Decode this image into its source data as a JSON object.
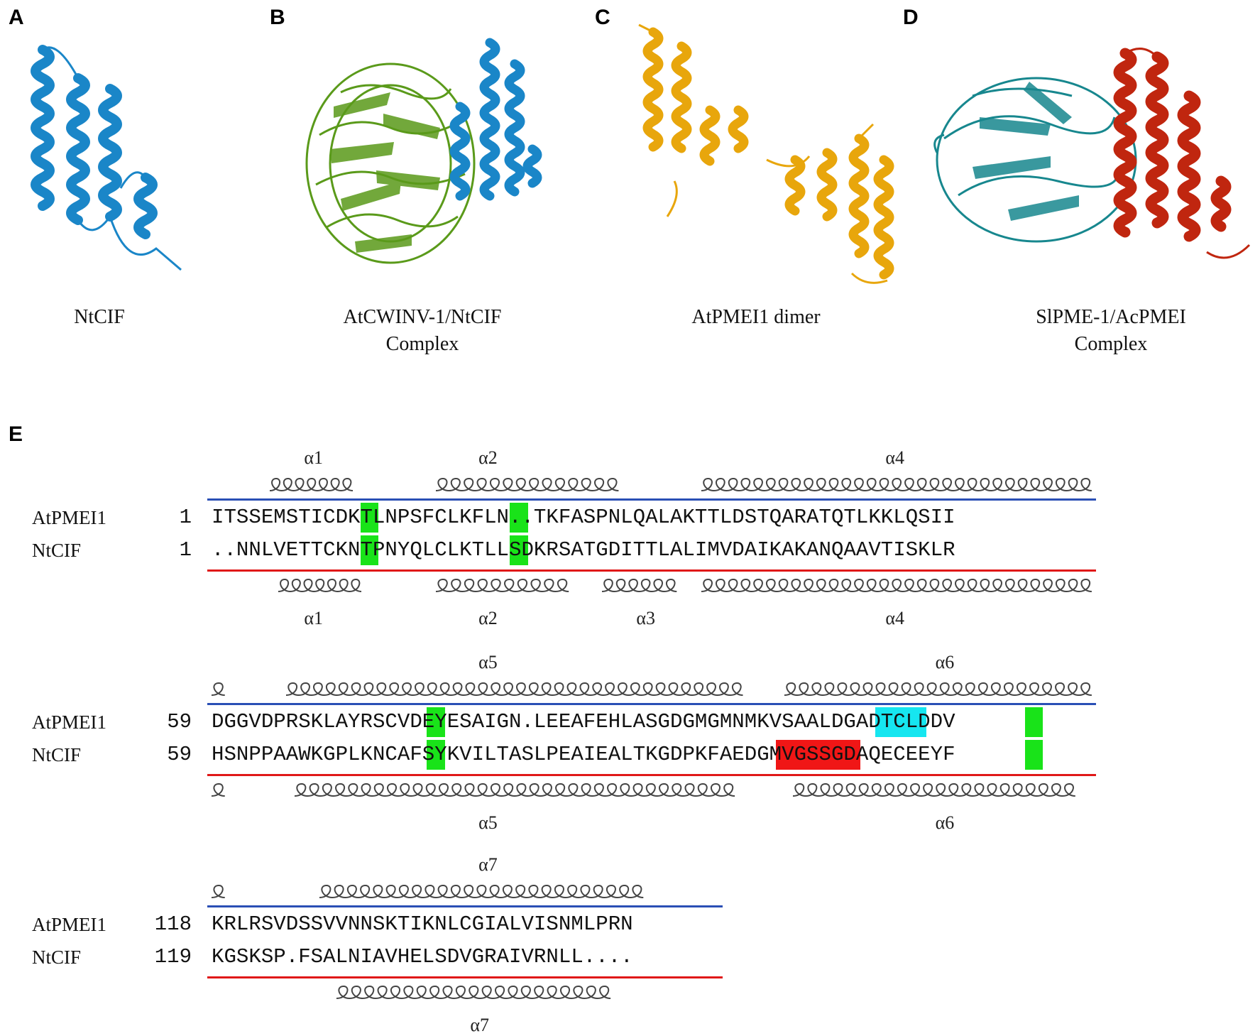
{
  "panels": {
    "A": {
      "letter": "A",
      "caption_line1": "NtCIF",
      "caption_line2": "",
      "color": "#1a86c8"
    },
    "B": {
      "letter": "B",
      "caption_line1": "AtCWINV-1/NtCIF",
      "caption_line2": "Complex",
      "color_a": "#5a9a1a",
      "color_b": "#1a86c8"
    },
    "C": {
      "letter": "C",
      "caption_line1": "AtPMEI1 dimer",
      "caption_line2": "",
      "color": "#e8a60c"
    },
    "D": {
      "letter": "D",
      "caption_line1": "SlPME-1/AcPMEI",
      "caption_line2": "Complex",
      "color_a": "#17878e",
      "color_b": "#c0260f"
    },
    "E": {
      "letter": "E"
    }
  },
  "alignment": {
    "names": {
      "top": "AtPMEI1",
      "bottom": "NtCIF"
    },
    "highlight_colors": {
      "cysteine": "#19e319",
      "cyan": "#16e6f0",
      "red": "#f01616"
    },
    "blocks": [
      {
        "top_start": "1",
        "bottom_start": "1",
        "top_seq": "ITSSEMSTICDKTLNPSFCLKFLN..TKFASPNLQALAKTTLDSTQARATQTLKKLQSII",
        "bottom_seq": "..NNLVETTCKNTPNYQLCLKTLLSDKRSATGDITTLALIMVDAIKAKANQAAVTISKLR",
        "top_helix_labels": [
          "α1",
          "α2",
          "α4"
        ],
        "bottom_helix_labels": [
          "α1",
          "α2",
          "α3",
          "α4"
        ]
      },
      {
        "top_start": "59",
        "bottom_start": "59",
        "top_seq": "DGGVDPRSKLAYRSCVDEYESAIGN.LEEAFEHLASGDGMGMNMKVSAALDGADTCLDDV",
        "bottom_seq": "HSNPPAAWKGPLKNCAFSYKVILTASLPEAIEALTKGDPKFAEDGMVGSSGDAQECEEYF",
        "top_helix_labels": [
          "α5",
          "α6"
        ],
        "bottom_helix_labels": [
          "α5",
          "α6"
        ]
      },
      {
        "top_start": "118",
        "bottom_start": "119",
        "top_seq": "KRLRSVDSSVVNNSKTIKNLCGIALVISNMLPRN",
        "bottom_seq": "KGSKSP.FSALNIAVHELSDVGRAIVRNLL....",
        "top_helix_labels": [
          "α7"
        ],
        "bottom_helix_labels": [
          "α7"
        ]
      }
    ]
  }
}
